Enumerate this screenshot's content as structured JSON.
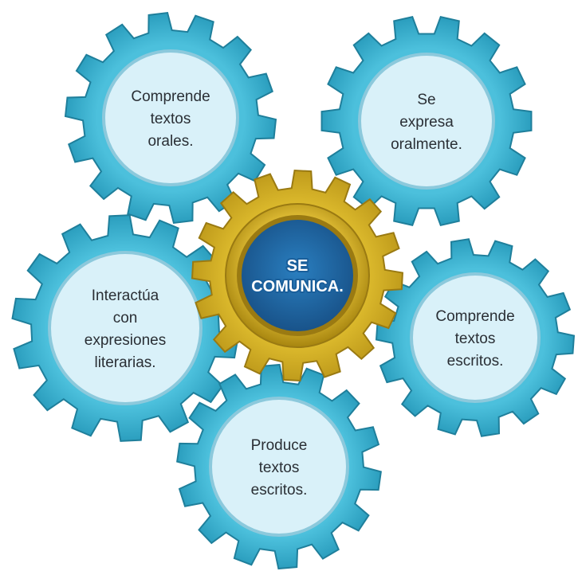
{
  "center": {
    "lines": [
      "SE",
      "COMUNICA."
    ],
    "colors": {
      "teeth": "#d8b423",
      "rim": "#b7951b",
      "ring_outer": "#f3dc6a",
      "ring_inner": "#9a7a12",
      "inner": "#1f6aa8",
      "text": "#ffffff"
    }
  },
  "gears": [
    {
      "id": "comprende-textos-orales",
      "lines": [
        "Comprende",
        "textos",
        "orales."
      ]
    },
    {
      "id": "se-expresa-oralmente",
      "lines": [
        "Se",
        "expresa",
        "oralmente."
      ]
    },
    {
      "id": "interactua-expresiones-literarias",
      "lines": [
        "Interactúa",
        "con",
        "expresiones",
        "literarias."
      ]
    },
    {
      "id": "comprende-textos-escritos",
      "lines": [
        "Comprende",
        "textos",
        "escritos."
      ]
    },
    {
      "id": "produce-textos-escritos",
      "lines": [
        "Produce",
        "textos",
        "escritos."
      ]
    }
  ],
  "colors": {
    "teeth": "#3fb2cf",
    "teeth_dark": "#1f7f9b",
    "inner": "#d9f1f9",
    "inner_stroke": "#8cc9dc"
  }
}
